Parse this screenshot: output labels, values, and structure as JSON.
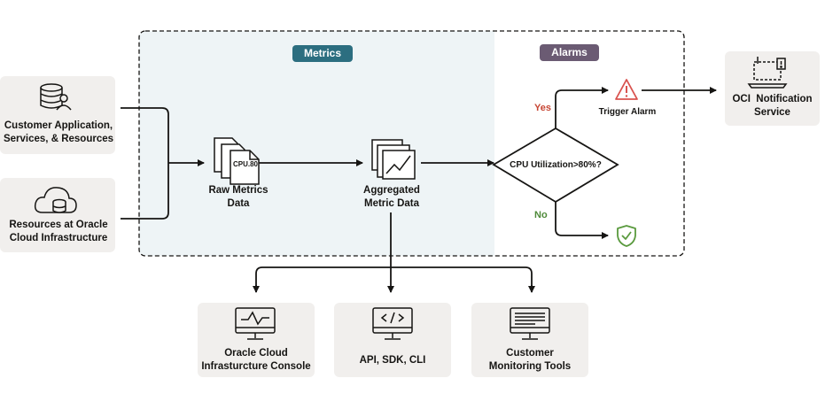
{
  "sections": {
    "metrics": "Metrics",
    "alarms": "Alarms"
  },
  "sources": {
    "customer_app": "Customer Application, Services, & Resources",
    "oci_resources": "Resources at Oracle Cloud Infrastructure"
  },
  "nodes": {
    "raw_metrics": "Raw Metrics Data",
    "raw_doc_text": "CPU.80",
    "aggregated": "Aggregated Metric Data",
    "decision": "CPU Utilization>80%?",
    "yes": "Yes",
    "no": "No",
    "trigger": "Trigger Alarm",
    "notification": "OCI  Notification Service"
  },
  "consumers": {
    "console": "Oracle Cloud Infrasturcture Console",
    "api": "API, SDK, CLI",
    "monitoring": "Customer Monitoring Tools"
  },
  "colors": {
    "metrics_bg": "#eef4f6",
    "metrics_pill": "#2c6e80",
    "alarms_pill": "#6b5b73",
    "box_bg": "#f1efed",
    "yes": "#c74634",
    "no": "#4f8a3a",
    "warning": "#d9534f",
    "check": "#5a9a3e",
    "line": "#161513"
  }
}
